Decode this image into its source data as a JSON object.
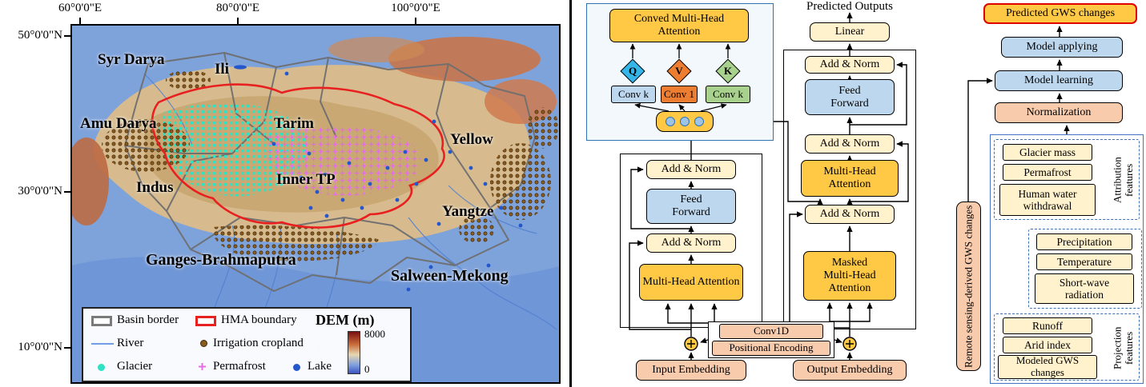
{
  "map": {
    "x_ticks": [
      "60°0'0\"E",
      "80°0'0\"E",
      "100°0'0\"E"
    ],
    "y_ticks": [
      "50°0'0\"N",
      "30°0'0\"N",
      "10°0'0\"N"
    ],
    "regions": {
      "syr_darya": "Syr Darya",
      "ili": "Ili",
      "amu_darya": "Amu Darya",
      "tarim": "Tarim",
      "indus": "Indus",
      "inner_tp": "Inner TP",
      "yellow": "Yellow",
      "yangtze": "Yangtze",
      "ganges_brahmaputra": "Ganges-Brahmaputra",
      "salween_mekong": "Salween-Mekong"
    },
    "legend": {
      "basin_border": "Basin border",
      "hma_boundary": "HMA boundary",
      "river": "River",
      "irrigation_cropland": "Irrigation cropland",
      "glacier": "Glacier",
      "permafrost": "Permafrost",
      "lake": "Lake",
      "dem_title": "DEM (m)",
      "dem_max": "8000",
      "dem_min": "0"
    }
  },
  "transformer": {
    "detail": {
      "title": "Conved Multi-Head Attention",
      "q": "Q",
      "v": "V",
      "k": "K",
      "conv_k_left": "Conv k",
      "conv_1": "Conv 1",
      "conv_k_right": "Conv k"
    },
    "encoder": {
      "add_norm_top": "Add & Norm",
      "feed_forward": "Feed Forward",
      "add_norm_bottom": "Add & Norm",
      "mha": "Multi-Head Attention",
      "input_embedding": "Input Embedding"
    },
    "decoder": {
      "predicted_outputs": "Predicted Outputs",
      "linear": "Linear",
      "add_norm_top": "Add & Norm",
      "feed_forward": "Feed Forward",
      "add_norm_mid": "Add & Norm",
      "mha": "Multi-Head Attention",
      "add_norm_bottom": "Add & Norm",
      "masked_mha": "Masked Multi-Head Attention",
      "output_embedding": "Output Embedding"
    },
    "positional": {
      "conv1d": "Conv1D",
      "positional_encoding": "Positional Encoding"
    }
  },
  "flowchart": {
    "predicted_gws": "Predicted GWS changes",
    "model_applying": "Model applying",
    "model_learning": "Model learning",
    "normalization": "Normalization",
    "remote_sensing": "Remote sensing-derived GWS changes",
    "attribution_label": "Attribution features",
    "attribution_items": [
      "Glacier mass",
      "Permafrost",
      "Human water withdrawal"
    ],
    "forcing_items": [
      "Precipitation",
      "Temperature",
      "Short-wave radiation"
    ],
    "projection_label": "Projection features",
    "projection_items": [
      "Runoff",
      "Arid index",
      "Modeled GWS changes"
    ]
  },
  "colors": {
    "gold": "#FFC845",
    "cream": "#FFF2CC",
    "light_blue": "#BDD7EE",
    "salmon": "#F8CBAD",
    "orange": "#ED7D31",
    "green": "#A9D18E",
    "diamond_blue": "#35B6E8",
    "hma_red": "#E82020",
    "basin_gray": "#6F6F6F",
    "predicted_border_red": "#E00000"
  }
}
